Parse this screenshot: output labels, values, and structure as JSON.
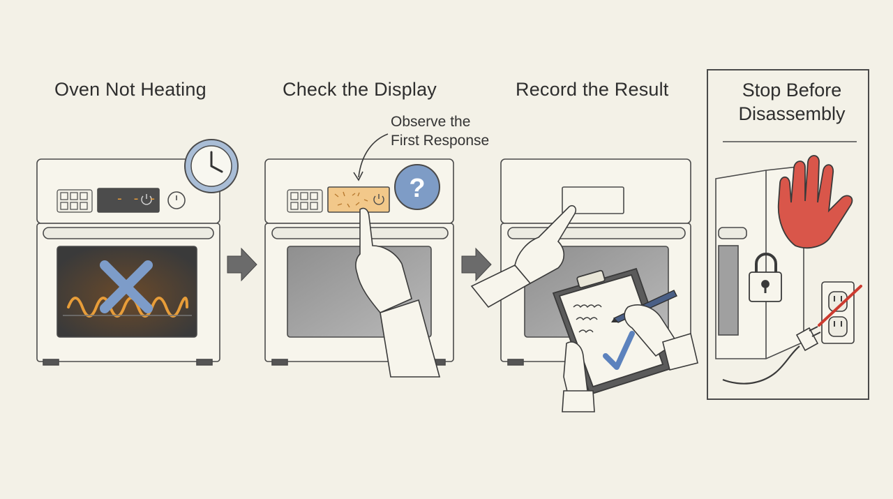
{
  "steps": [
    {
      "title": "Oven Not Heating"
    },
    {
      "title": "Check the Display",
      "note_line1": "Observe the",
      "note_line2": "First Response"
    },
    {
      "title": "Record the Result"
    },
    {
      "title_line1": "Stop Before",
      "title_line2": "Disassembly"
    }
  ],
  "display_dashes": "- - -",
  "colors": {
    "background": "#f3f1e7",
    "ink": "#4a4a4a",
    "arrow": "#6b6b6b",
    "element_glow": "#f0a23a",
    "cross": "#7d9cc9",
    "clock_face": "#a9bdd6",
    "question_badge": "#7e9cc6",
    "display_panel": "#f2c88a",
    "stop_hand": "#d9564a",
    "checkmark": "#5c82bd",
    "no_plug_slash": "#cc3b30"
  },
  "icons": [
    "clock-icon",
    "cross-icon",
    "question-icon",
    "arrow-icon",
    "clipboard-icon",
    "pen-icon",
    "checkmark-icon",
    "stop-hand-icon",
    "padlock-icon",
    "plug-icon",
    "outlet-icon"
  ]
}
